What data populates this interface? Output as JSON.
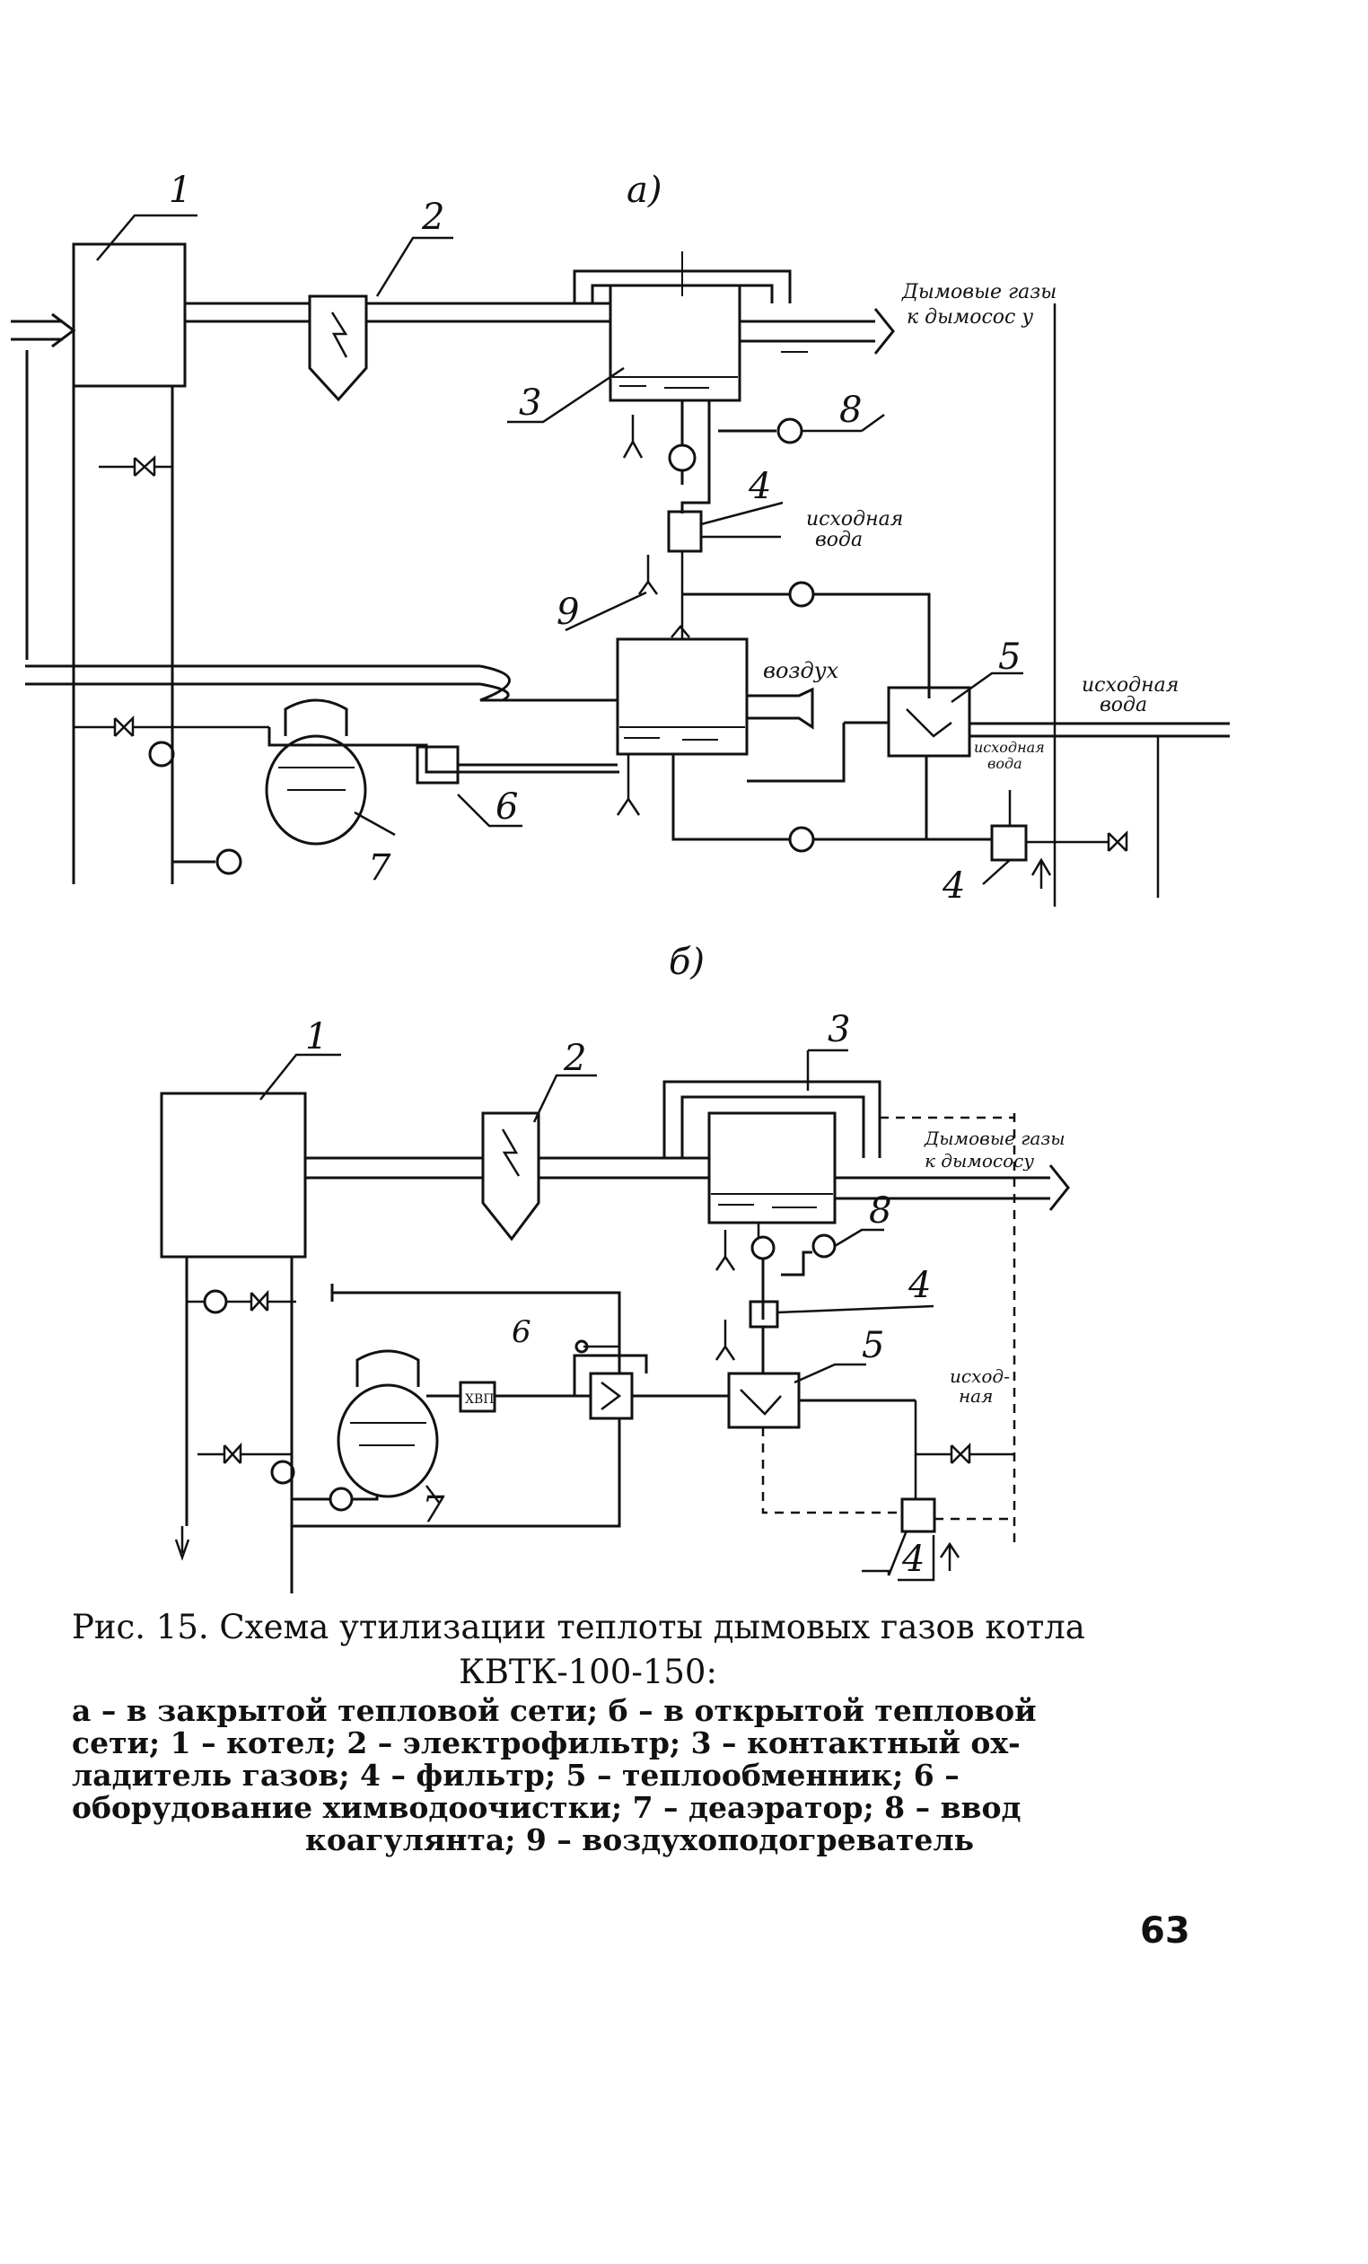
{
  "figure": {
    "panel_a_label": "а)",
    "panel_b_label": "б)",
    "panel_a": {
      "callouts": [
        "1",
        "2",
        "3",
        "8",
        "4",
        "9",
        "5",
        "6",
        "7",
        "4"
      ],
      "texts": {
        "flue_gas_line1": "Дымовые газы",
        "flue_gas_line2": "к дымосос у",
        "source_water_line1": "исходная",
        "source_water_line2": "вода",
        "air": "воздух",
        "source_water_right_line1": "исходная",
        "source_water_right_line2": "вода",
        "source_water_small_line1": "исходная",
        "source_water_small_line2": "вода"
      }
    },
    "panel_b": {
      "callouts": [
        "1",
        "2",
        "3",
        "8",
        "4",
        "5",
        "6",
        "7",
        "4"
      ],
      "texts": {
        "flue_gas_line1": "Дымовые газы",
        "flue_gas_line2": "к дымососу",
        "source_water_line1": "исход-",
        "source_water_line2": "ная",
        "unit_6_mark": "ХВП"
      }
    }
  },
  "caption": {
    "title": "Рис. 15. Схема утилизации теплоты дымовых газов котла",
    "model": "КВТК-100-150:",
    "legend_lines": [
      "а – в закрытой тепловой сети; б – в открытой тепловой",
      "сети; 1 – котел; 2 – электрофильтр; 3 – контактный ох-",
      "ладитель газов; 4 – фильтр; 5 – теплообменник; 6 –",
      "оборудование химводоочистки; 7 – деаэратор; 8 – ввод",
      "коагулянта; 9 – воздухоподогреватель"
    ]
  },
  "page_number": "63"
}
